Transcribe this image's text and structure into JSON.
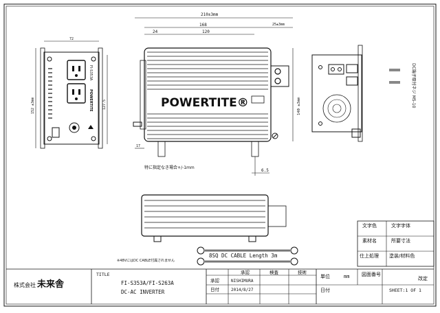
{
  "dimensions": {
    "overall_width": "210±3mm",
    "body_width": "168",
    "dim_24": "24",
    "dim_120": "120",
    "terminal_depth": "25±3mm",
    "height_140": "140 ±3mm",
    "left_width": "72",
    "left_height": "152 ±3mm",
    "left_inner": "127.5",
    "dim_17": "17",
    "dim_6_5": "6.5"
  },
  "brand_logo": "POWERTITE®",
  "tolerance_note": "特に指定なき場合+/-1mm",
  "screw_label": "DC端子取付ネジ M5-10",
  "side_panel_texts": [
    "FI-S353A",
    "POWERTITE"
  ],
  "cable": {
    "label": "8SQ DC CABLE Length 3m",
    "note": "※48VにはDC CABLE付属されません"
  },
  "title_block": {
    "company_prefix": "株式会社",
    "company_name": "未来舎",
    "title_label": "TITLE",
    "model": "FI-S353A/FI-S263A",
    "product": "DC-AC INVERTER",
    "header_approval": "承認",
    "header_check": "検査",
    "header_tech": "技術",
    "row_approved": "承認",
    "approver": "NISHIMURA",
    "row_date": "日付",
    "date": "2014/8/27",
    "unit_label": "単位",
    "unit_value": "mm",
    "drawing_no_label": "図面番号",
    "revision_label": "改定",
    "date_label": "日付",
    "sheet": "SHEET:1 OF 1"
  },
  "spec_table": [
    {
      "label": "文字色",
      "value": "文字字体"
    },
    {
      "label": "素材名",
      "value": "所要寸法"
    },
    {
      "label": "仕上処理",
      "value": "塗装/材料色"
    }
  ]
}
